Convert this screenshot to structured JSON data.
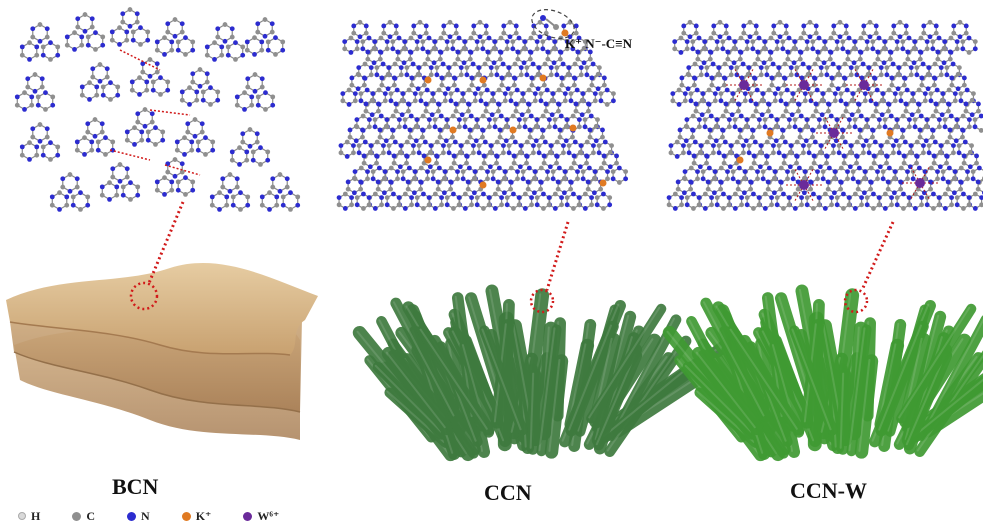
{
  "panels": [
    {
      "title": "BCN"
    },
    {
      "title": "CCN"
    },
    {
      "title": "CCN-W"
    }
  ],
  "annotation": {
    "text": "K⁺ N⁻-C≡N"
  },
  "legend": [
    {
      "label": "H",
      "color": "#d9d9d9",
      "icon": "hydrogen-atom-icon"
    },
    {
      "label": "C",
      "color": "#8f8f8f",
      "icon": "carbon-atom-icon"
    },
    {
      "label": "N",
      "color": "#2c2ccf",
      "icon": "nitrogen-atom-icon"
    },
    {
      "label": "K⁺",
      "color": "#e07a22",
      "icon": "potassium-ion-icon"
    },
    {
      "label": "W⁶⁺",
      "color": "#6a2a9a",
      "icon": "tungsten-ion-icon"
    }
  ],
  "colors": {
    "sheet": "#dcbf93",
    "sheet_shade": "#b99266",
    "rod_ccn": "#3e7a3e",
    "rod_ccnw": "#3f9a32",
    "dotted_link": "#d11a1a",
    "bond": "#8a8a8a"
  }
}
